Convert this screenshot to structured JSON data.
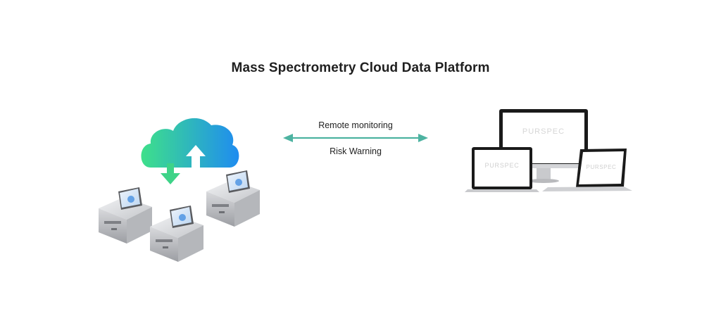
{
  "diagram": {
    "title": "Mass Spectrometry Cloud Data Platform",
    "connection": {
      "top_label": "Remote monitoring",
      "bottom_label": "Risk Warning"
    },
    "devices": {
      "brand_text": "PURSPEC"
    },
    "colors": {
      "arrow": "#4db3a1",
      "cloud_left": "#3ee08a",
      "cloud_right": "#1f8cf0"
    }
  }
}
